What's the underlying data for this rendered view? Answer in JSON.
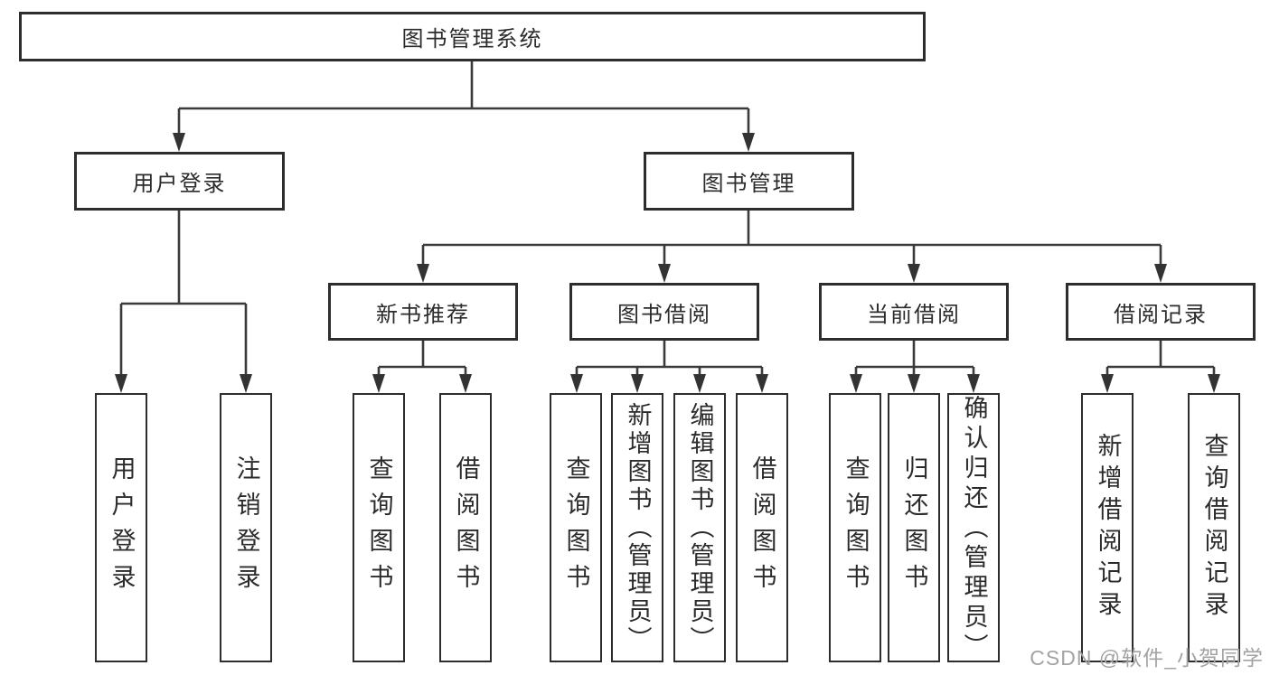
{
  "colors": {
    "background": "#ffffff",
    "line": "#3a3a3a",
    "box_border": "#2d2d2d",
    "text": "#2b2b2b",
    "watermark": "#a3a3a3"
  },
  "watermark": "CSDN @软件_小贺同学",
  "tree": {
    "root": {
      "label": "图书管理系统"
    },
    "branches": [
      {
        "label": "用户登录",
        "children": [
          {
            "label": "用户登录"
          },
          {
            "label": "注销登录"
          }
        ]
      },
      {
        "label": "图书管理",
        "children": [
          {
            "label": "新书推荐",
            "children": [
              {
                "label": "查询图书"
              },
              {
                "label": "借阅图书"
              }
            ]
          },
          {
            "label": "图书借阅",
            "children": [
              {
                "label": "查询图书"
              },
              {
                "label": "新增图书（管理员）"
              },
              {
                "label": "编辑图书（管理员）"
              },
              {
                "label": "借阅图书"
              }
            ]
          },
          {
            "label": "当前借阅",
            "children": [
              {
                "label": "查询图书"
              },
              {
                "label": "归还图书"
              },
              {
                "label": "确认归还（管理员）"
              }
            ]
          },
          {
            "label": "借阅记录",
            "children": [
              {
                "label": "新增借阅记录"
              },
              {
                "label": "查询借阅记录"
              }
            ]
          }
        ]
      }
    ]
  }
}
